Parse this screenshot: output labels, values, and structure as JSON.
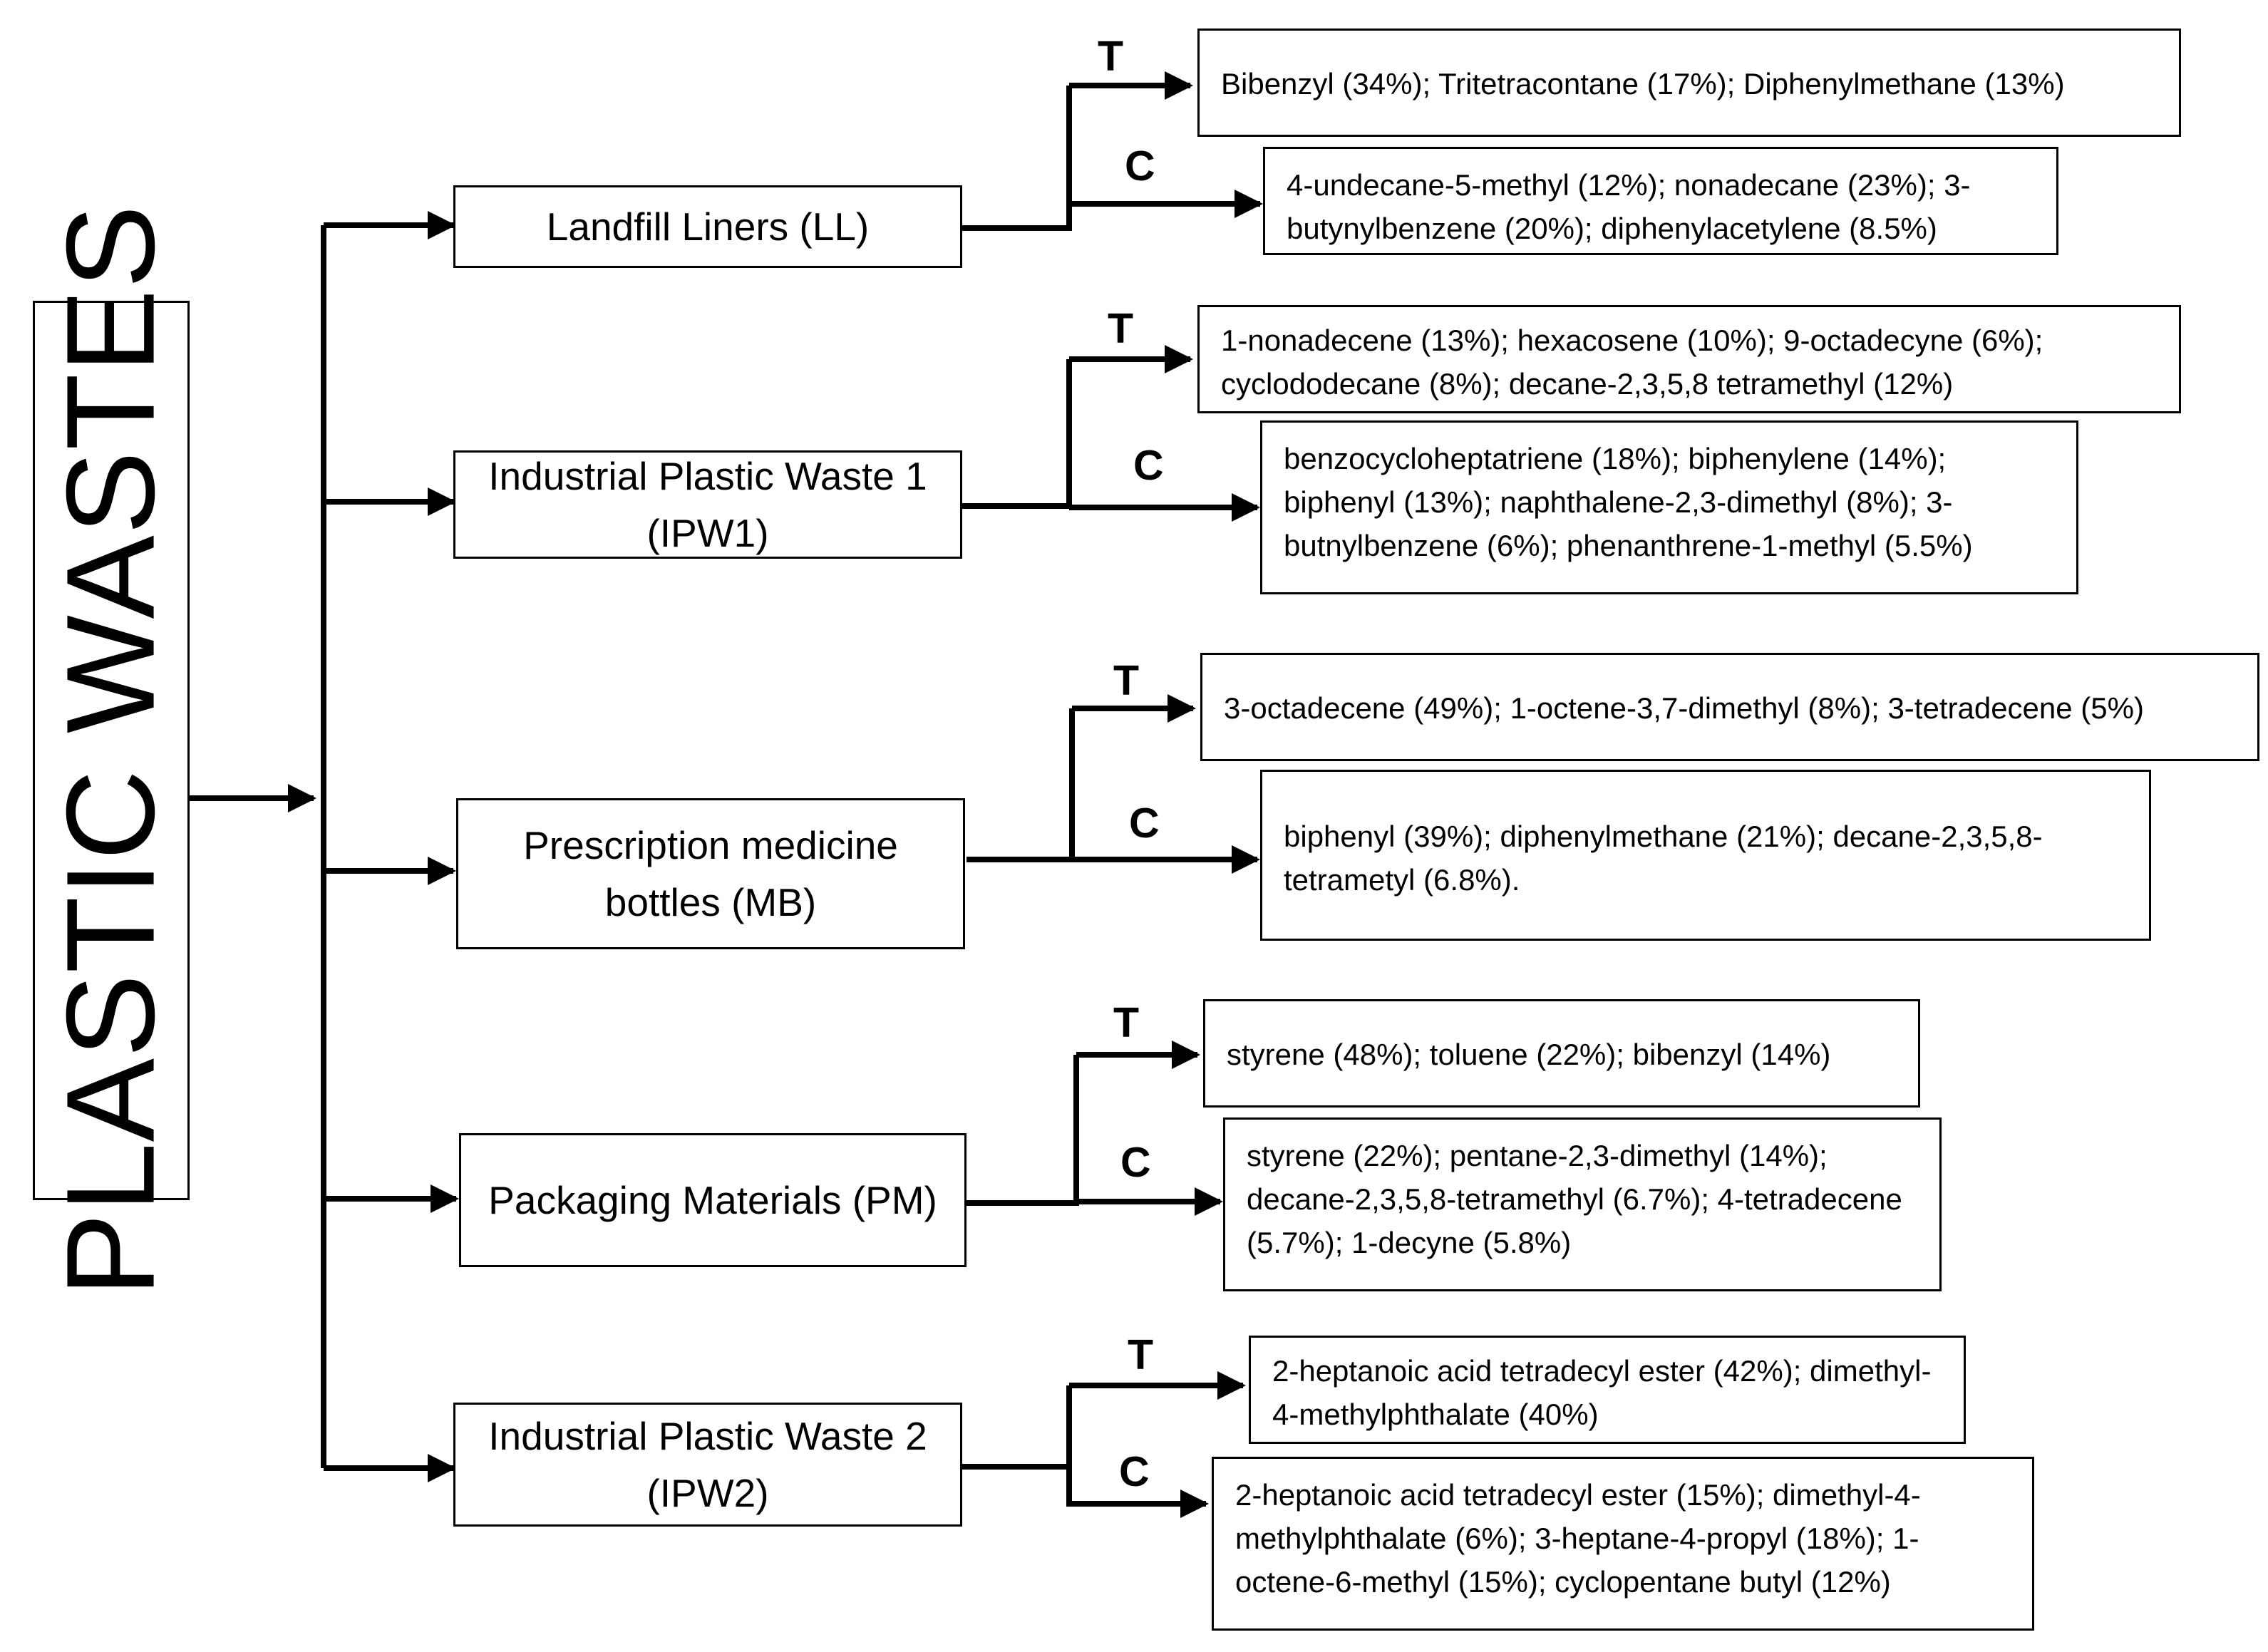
{
  "root": {
    "label": "PLASTIC WASTES"
  },
  "branch_labels": {
    "thermal": "T",
    "catalytic": "C"
  },
  "sources": [
    {
      "name": "Landfill Liners (LL)",
      "thermal": "Bibenzyl (34%); Tritetracontane (17%); Diphenylmethane (13%)",
      "catalytic": "4-undecane-5-methyl (12%); nonadecane (23%); 3-butynylbenzene (20%); diphenylacetylene (8.5%)"
    },
    {
      "name": "Industrial Plastic Waste 1 (IPW1)",
      "thermal": "1-nonadecene (13%); hexacosene (10%); 9-octadecyne (6%); cyclododecane (8%); decane-2,3,5,8 tetramethyl (12%)",
      "catalytic": "benzocycloheptatriene (18%); biphenylene (14%); biphenyl (13%); naphthalene-2,3-dimethyl (8%); 3-butnylbenzene (6%); phenanthrene-1-methyl (5.5%)"
    },
    {
      "name": "Prescription medicine bottles (MB)",
      "thermal": "3-octadecene (49%); 1-octene-3,7-dimethyl (8%); 3-tetradecene (5%)",
      "catalytic": "biphenyl (39%); diphenylmethane (21%); decane-2,3,5,8-tetrametyl (6.8%)."
    },
    {
      "name": "Packaging Materials (PM)",
      "thermal": "styrene (48%); toluene (22%); bibenzyl (14%)",
      "catalytic": "styrene (22%); pentane-2,3-dimethyl (14%); decane-2,3,5,8-tetramethyl (6.7%); 4-tetradecene (5.7%); 1-decyne (5.8%)"
    },
    {
      "name": "Industrial Plastic Waste 2 (IPW2)",
      "thermal": "2-heptanoic acid tetradecyl ester (42%); dimethyl-4-methylphthalate (40%)",
      "catalytic": "2-heptanoic acid tetradecyl ester (15%); dimethyl-4-methylphthalate (6%); 3-heptane-4-propyl (18%); 1-octene-6-methyl (15%); cyclopentane butyl (12%)"
    }
  ]
}
